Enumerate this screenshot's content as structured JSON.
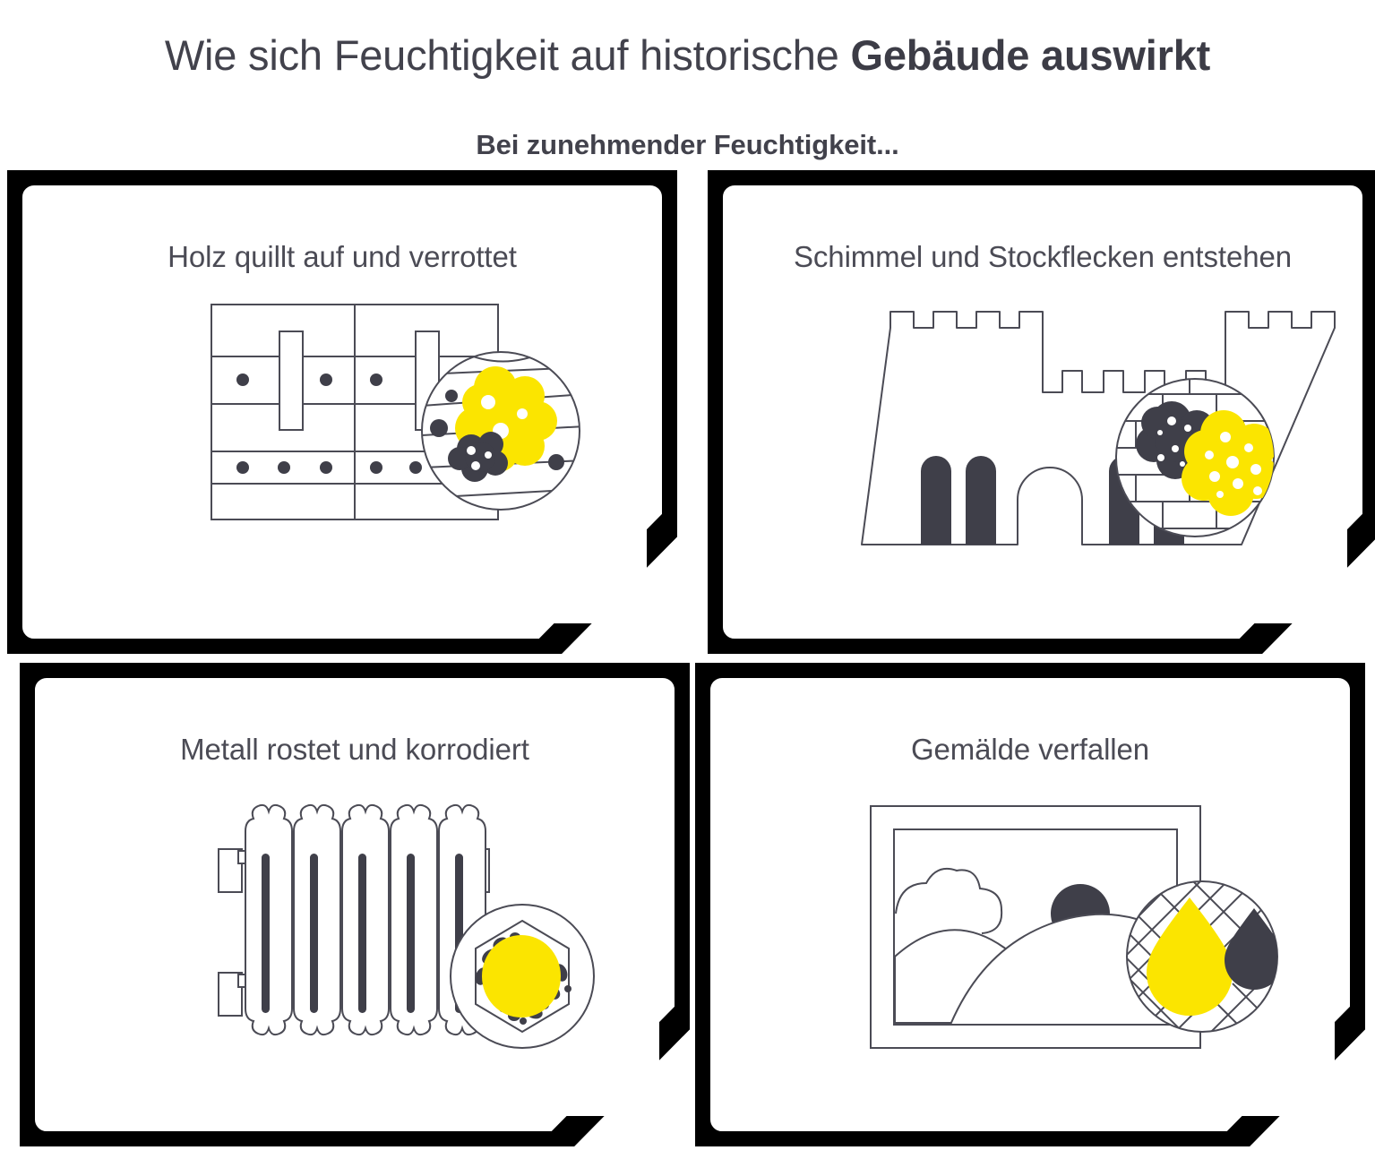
{
  "header": {
    "title_light": "Wie sich Feuchtigkeit auf historische ",
    "title_bold": "Gebäude auswirkt",
    "subtitle": "Bei zunehmender Feuchtigkeit..."
  },
  "colors": {
    "yellow": "#FBE500",
    "dark": "#3F3F49",
    "line": "#4B4B55",
    "border": "#000000",
    "text": "#4B4B55",
    "background": "#FFFFFF"
  },
  "cards": [
    {
      "id": "wood",
      "title": "Holz quillt auf und verrottet",
      "icon": "wood-planks-icon",
      "magnifier": "mold-on-wood-magnifier"
    },
    {
      "id": "mould",
      "title": "Schimmel und Stockflecken entstehen",
      "icon": "castle-icon",
      "magnifier": "mold-on-brick-magnifier"
    },
    {
      "id": "metal",
      "title": "Metall rostet und korrodiert",
      "icon": "radiator-icon",
      "magnifier": "rusted-bolt-magnifier"
    },
    {
      "id": "painting",
      "title": "Gemälde verfallen",
      "icon": "framed-painting-icon",
      "magnifier": "water-droplets-on-canvas-magnifier"
    }
  ]
}
